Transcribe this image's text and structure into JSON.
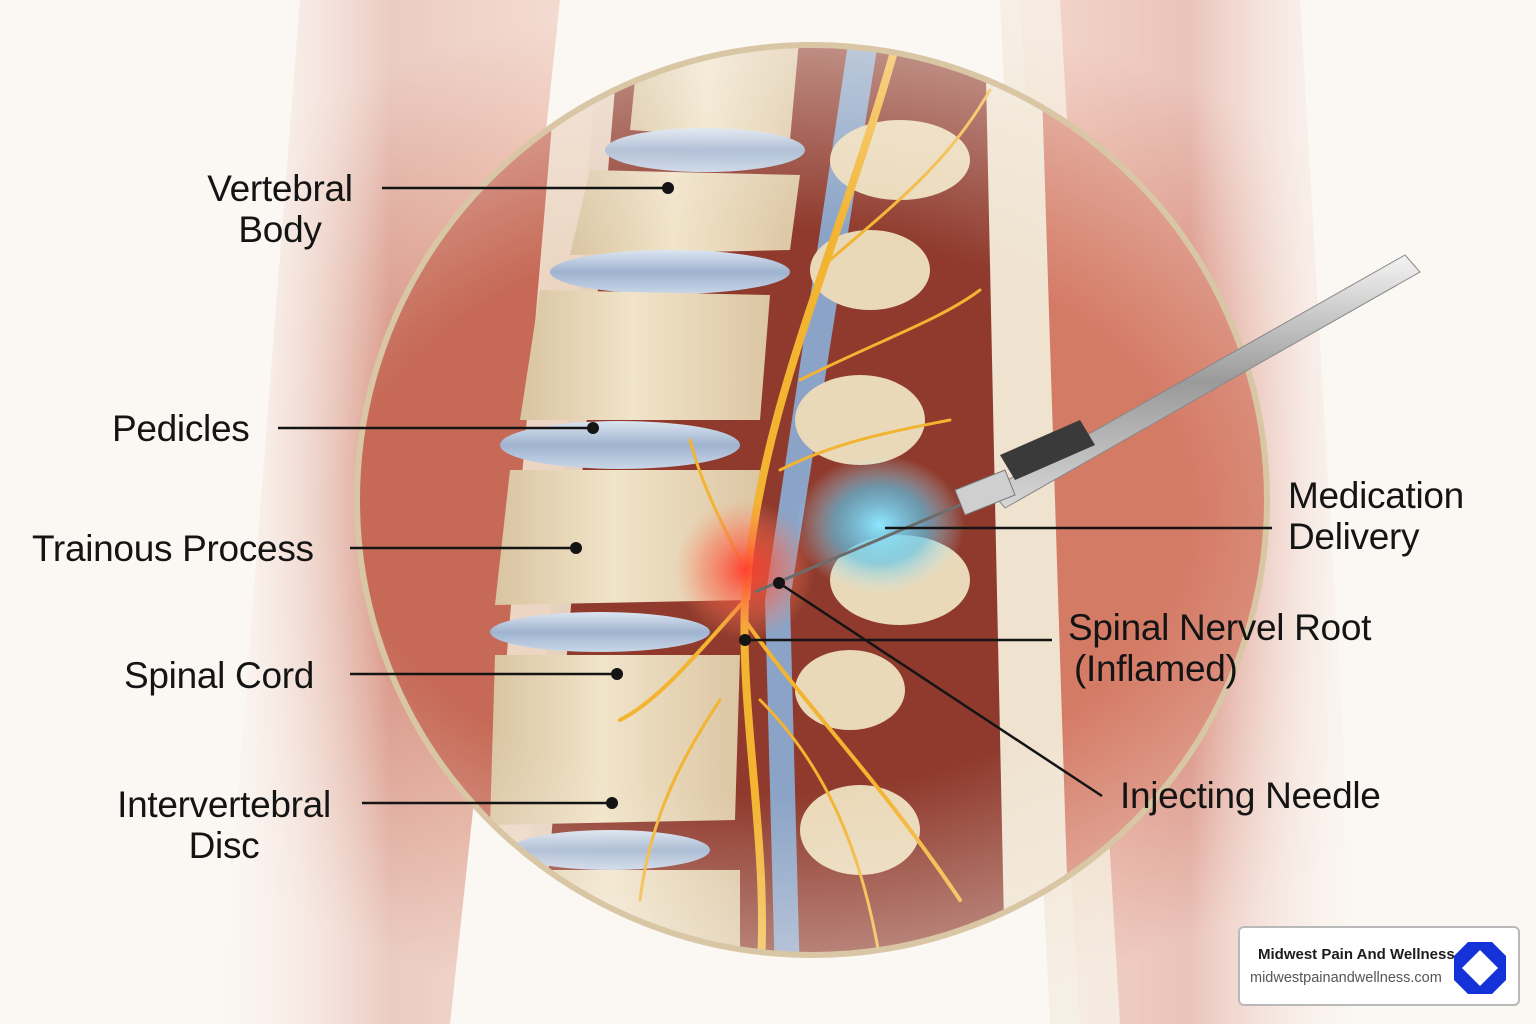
{
  "labels": {
    "vertebral_body": [
      "Vertebral",
      "Body"
    ],
    "pedicles": "Pedicles",
    "trainous_process": "Trainous Process",
    "spinal_cord": "Spinal Cord",
    "intervertebral_disc": [
      "Intervertebral",
      "Disc"
    ],
    "medication_delivery": [
      "Medication",
      "Delivery"
    ],
    "spinal_nerve_root": [
      "Spinal Nervel Root",
      "(Inflamed)"
    ],
    "injecting_needle": "Injecting Needle"
  },
  "badge": {
    "name": "Midwest Pain And Wellness",
    "url": "midwestpainandwellness.com"
  },
  "colors": {
    "bone": "#ead9b8",
    "disc": "#aebfd6",
    "muscle": "#c9685a",
    "nerve": "#f2b431",
    "inflammation": "#f0443a",
    "medication": "#5cc6ec",
    "logo_blue": "#1432d8"
  }
}
